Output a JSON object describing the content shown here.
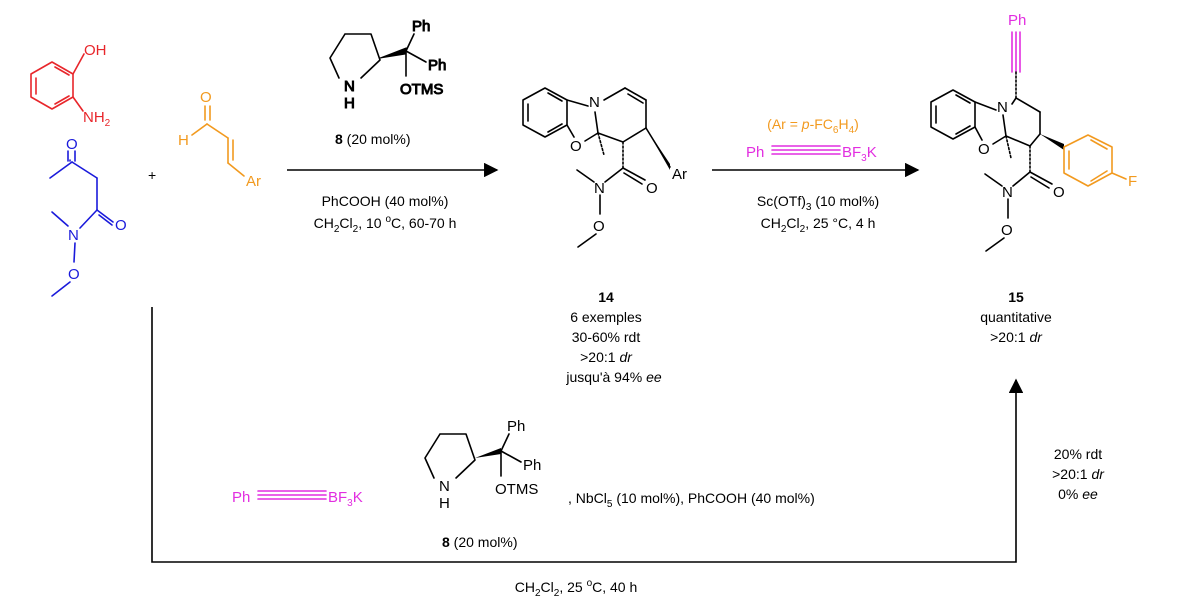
{
  "colors": {
    "aminophenol": "#e8262b",
    "weinreb_amide": "#1a1adb",
    "enal": "#f29a1f",
    "trifluoroborate": "#e22ee0",
    "bonds": "#000000"
  },
  "reagents": {
    "aminophenol_OH": "OH",
    "aminophenol_NH": "NH",
    "aminophenol_sub2": "2",
    "plus": "+",
    "enal_O": "O",
    "enal_H": "H",
    "enal_Ar": "Ar",
    "amide_O_keto": "O",
    "amide_O_carbonyl": "O",
    "amide_N": "N",
    "amide_O_ether": "O"
  },
  "catalyst": {
    "N": "N",
    "H": "H",
    "Ph_1": "Ph",
    "Ph_2": "Ph",
    "OTMS": "OTMS",
    "label_num": "8",
    "label_rest": " (20 mol%)"
  },
  "step1": {
    "cond_a": "PhCOOH (40 mol%)",
    "cond_b_1": "CH",
    "cond_b_s1": "2",
    "cond_b_2": "Cl",
    "cond_b_s2": "2",
    "cond_b_3": ", 10 ",
    "cond_b_sup": "o",
    "cond_b_4": "C, 60-70 h"
  },
  "product14": {
    "N": "N",
    "O_ring": "O",
    "Ar": "Ar",
    "O_carbonyl": "O",
    "N_amide": "N",
    "O_ether": "O",
    "num": "14",
    "line1": "6 exemples",
    "line2": "30-60% rdt",
    "line3_a": ">20:1 ",
    "line3_b": "dr",
    "line4_a": "jusqu'à 94% ",
    "line4_b": "ee"
  },
  "step2": {
    "ar_1": "(Ar = ",
    "ar_2": "p",
    "ar_3": "-FC",
    "ar_s1": "6",
    "ar_4": "H",
    "ar_s2": "4",
    "ar_5": ")",
    "bf3k_ph": "Ph",
    "bf3k_bf": "BF",
    "bf3k_s": "3",
    "bf3k_k": "K",
    "cond_a_1": "Sc(OTf)",
    "cond_a_s": "3",
    "cond_a_2": " (10 mol%)",
    "cond_b_1": "CH",
    "cond_b_s1": "2",
    "cond_b_2": "Cl",
    "cond_b_s2": "2",
    "cond_b_3": ", 25 °C, 4 h"
  },
  "product15": {
    "Ph": "Ph",
    "N": "N",
    "O_ring": "O",
    "F": "F",
    "O_carbonyl": "O",
    "N_amide": "N",
    "O_ether": "O",
    "num": "15",
    "line1": "quantitative",
    "line2_a": ">20:1 ",
    "line2_b": "dr"
  },
  "bottom_route": {
    "bf3k_ph": "Ph",
    "bf3k_bf": "BF",
    "bf3k_s": "3",
    "bf3k_k": "K",
    "reagents_1": ", NbCl",
    "reagents_s": "5",
    "reagents_2": " (10 mol%), PhCOOH (40 mol%)",
    "cond_1": "CH",
    "cond_s1": "2",
    "cond_2": "Cl",
    "cond_s2": "2",
    "cond_3": ", 25 ",
    "cond_sup": "o",
    "cond_4": "C, 40 h",
    "result1": "20% rdt",
    "result2_a": ">20:1 ",
    "result2_b": "dr",
    "result3_a": "0% ",
    "result3_b": "ee"
  }
}
